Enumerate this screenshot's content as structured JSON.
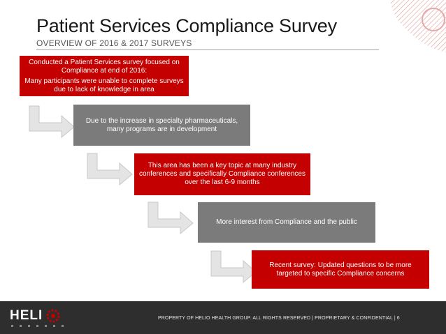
{
  "slide": {
    "title": "Patient Services Compliance Survey",
    "subtitle": "OVERVIEW OF 2016 & 2017 SURVEYS",
    "steps": [
      {
        "lines": [
          "Conducted a Patient Services survey focused on Compliance at end of 2016:",
          "Many participants were unable to complete surveys due to lack of knowledge in area"
        ],
        "color": "#c40000"
      },
      {
        "lines": [
          "Due to the increase in specialty pharmaceuticals, many programs are in development"
        ],
        "color": "#7b7b7b"
      },
      {
        "lines": [
          "This area has been a key topic at many industry conferences and specifically Compliance conferences over the last 6-9 months"
        ],
        "color": "#c40000"
      },
      {
        "lines": [
          "More interest from Compliance and the public"
        ],
        "color": "#7b7b7b"
      },
      {
        "lines": [
          "Recent survey: Updated questions to be more targeted to specific Compliance concerns"
        ],
        "color": "#c40000"
      }
    ],
    "arrow_icon": "elbow-arrow-right-icon"
  },
  "footer": {
    "logo": "HELI",
    "text": "PROPERTY OF HELIO HEALTH GROUP.  ALL RIGHTS RESERVED   |   PROPRIETARY & CONFIDENTIAL   |   6",
    "background": "#2e2e2e",
    "accent": "#c40000"
  }
}
